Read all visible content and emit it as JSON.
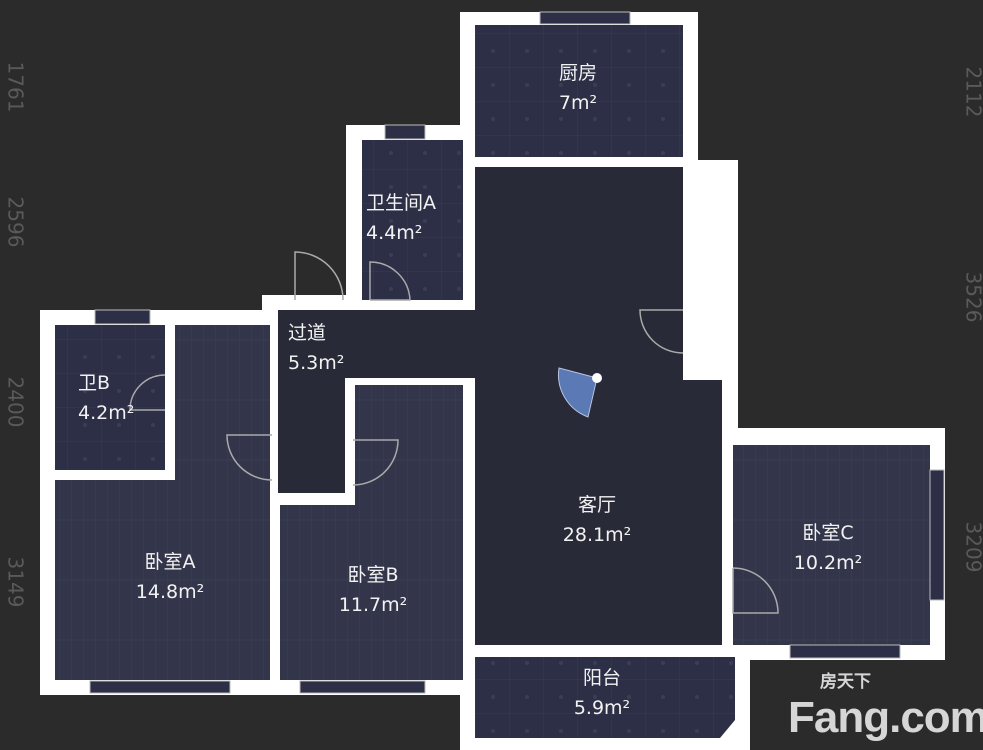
{
  "rooms": [
    {
      "name": "厨房",
      "area": "7m²"
    },
    {
      "name": "卫生间A",
      "area": "4.4m²"
    },
    {
      "name": "过道",
      "area": "5.3m²"
    },
    {
      "name": "卫B",
      "area": "4.2m²"
    },
    {
      "name": "客厅",
      "area": "28.1m²"
    },
    {
      "name": "卧室A",
      "area": "14.8m²"
    },
    {
      "name": "卧室B",
      "area": "11.7m²"
    },
    {
      "name": "卧室C",
      "area": "10.2m²"
    },
    {
      "name": "阳台",
      "area": "5.9m²"
    }
  ],
  "dimensions": {
    "left": [
      "1761",
      "2596",
      "2400",
      "3149"
    ],
    "right": [
      "2112",
      "3526",
      "3209"
    ]
  },
  "watermark": {
    "cn": "房天下",
    "en": "Fang.com"
  },
  "colors": {
    "background": "#2b2b2b",
    "wall": "#ffffff",
    "room": "#2c2f45",
    "living": "#282a37",
    "compass": "#6f8fc8"
  },
  "compass_icon": "view-direction-icon"
}
